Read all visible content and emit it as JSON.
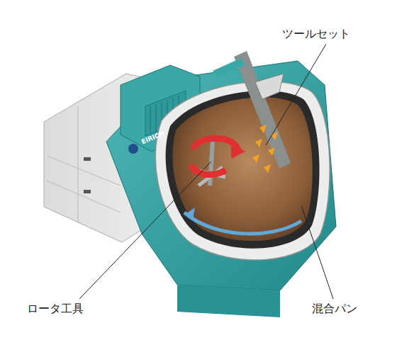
{
  "diagram": {
    "labels": [
      "ツールセット",
      "ロータ工具",
      "混合パン",
      "EIRICH"
    ]
  }
}
